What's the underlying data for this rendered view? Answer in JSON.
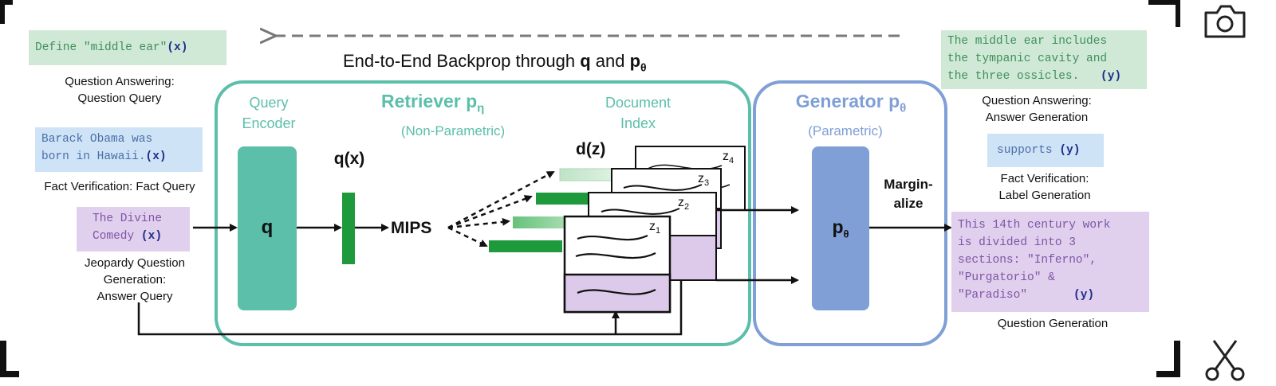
{
  "backprop": {
    "prefix": "End-to-End Backprop through ",
    "q": "q",
    "and": " and ",
    "p": "p",
    "p_sub": "θ"
  },
  "retriever": {
    "title": "Retriever p",
    "title_sub": "η",
    "subtitle": "(Non-Parametric)",
    "query_encoder_1": "Query",
    "query_encoder_2": "Encoder",
    "encoder_symbol": "q",
    "qx_label": "q(x)",
    "mips": "MIPS",
    "doc_index_1": "Document",
    "doc_index_2": "Index",
    "dz_label": "d(z)",
    "z_labels": [
      "z",
      "z",
      "z",
      "z"
    ],
    "z_subs": [
      "1",
      "2",
      "3",
      "4"
    ]
  },
  "generator": {
    "title": "Generator p",
    "title_sub": "θ",
    "subtitle": "(Parametric)",
    "symbol": "p",
    "symbol_sub": "θ",
    "marginalize_1": "Margin-",
    "marginalize_2": "alize"
  },
  "inputs": [
    {
      "text": "Define \"middle ear\"",
      "tag": "(x)",
      "caption_1": "Question Answering:",
      "caption_2": "Question Query",
      "caption_3": ""
    },
    {
      "text_1": "Barack Obama was",
      "text_2": "born in Hawaii.",
      "tag": "(x)",
      "caption_1": "Fact Verification: Fact Query"
    },
    {
      "text_1": "The Divine",
      "text_2": "Comedy",
      "tag": "(x)",
      "caption_1": "Jeopardy Question",
      "caption_2": "Generation:",
      "caption_3": "Answer Query"
    }
  ],
  "outputs": [
    {
      "lines": [
        "The middle ear includes",
        "the tympanic cavity and",
        "the three ossicles."
      ],
      "tag": "(y)",
      "caption_1": "Question Answering:",
      "caption_2": "Answer Generation"
    },
    {
      "text": "supports",
      "tag": "(y)",
      "caption_1": "Fact Verification:",
      "caption_2": "Label Generation"
    },
    {
      "lines": [
        "This 14th century work",
        "is divided into 3",
        "sections: \"Inferno\",",
        "\"Purgatorio\" &",
        "\"Paradiso\""
      ],
      "tag": "(y)",
      "caption_1": "Question Generation"
    }
  ],
  "colors": {
    "retriever": "#5bbfaa",
    "generator": "#7f9fd6",
    "bar_green": "#1e9a3c",
    "purple": "#ddc9ea"
  },
  "icons": {
    "top_right": "camera-icon",
    "bottom_right": "scissors-icon"
  }
}
